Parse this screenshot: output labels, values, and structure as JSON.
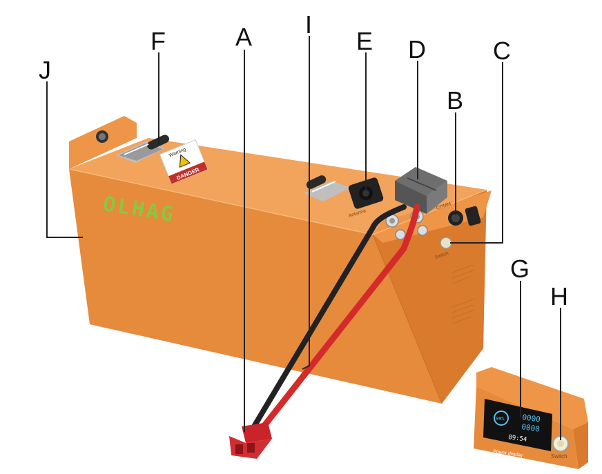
{
  "diagram": {
    "brand_logo": "OLHAG",
    "callouts": [
      "A",
      "B",
      "C",
      "D",
      "E",
      "F",
      "G",
      "H",
      "I",
      "J"
    ],
    "panel_labels": {
      "warning": "DANGER",
      "warning_sub": "Warning",
      "antenna": "Antenna",
      "com": "COMM",
      "switch": "Switch",
      "display": "Power display",
      "switch_h": "Switch"
    },
    "display_readout": {
      "percent": "99%",
      "line1": "0000",
      "line2": "0000",
      "time": "89:54"
    },
    "colors": {
      "case_front": "#E68A3C",
      "case_top": "#F2A35C",
      "case_side": "#D97A2C",
      "logo": "#8CC63F",
      "cable_red": "#D42A2A",
      "cable_black": "#222222",
      "connector_grey": "#6E6E6E"
    }
  }
}
